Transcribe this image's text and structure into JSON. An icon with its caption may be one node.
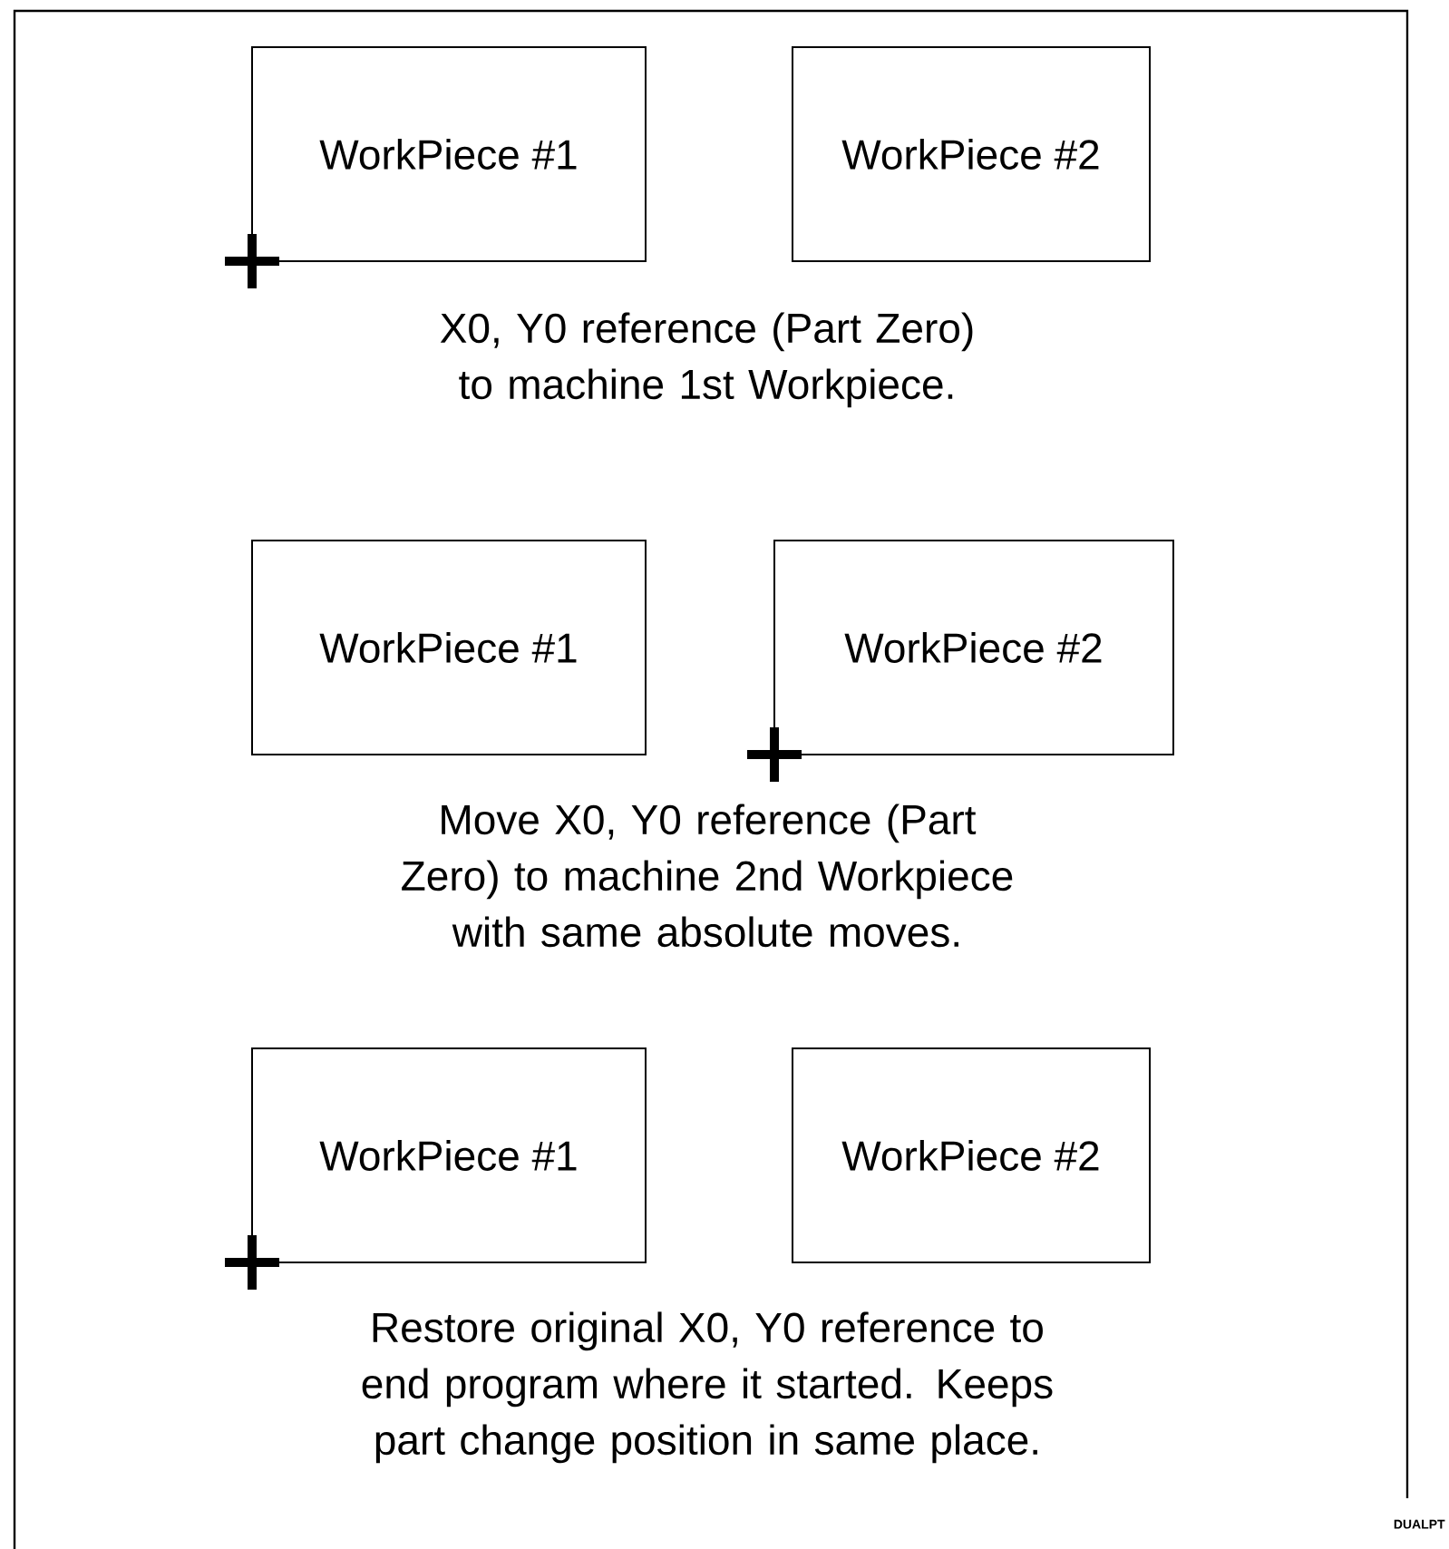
{
  "diagram": {
    "nodes": [
      {
        "text": [
          "WorkPiece #1"
        ]
      },
      {
        "text": [
          "WorkPiece #2"
        ]
      },
      {
        "text": [
          "WorkPiece #1"
        ]
      },
      {
        "text": [
          "WorkPiece #2"
        ]
      },
      {
        "text": [
          "WorkPiece #1"
        ]
      },
      {
        "text": [
          "WorkPiece #2"
        ]
      }
    ],
    "labels": [
      "X0, Y0 reference (Part Zero) to machine 1st Workpiece.",
      "Move X0, Y0 reference (Part Zero) to machine 2nd Workpiece with same absolute moves.",
      "Restore original X0, Y0 reference to end program where it started. Keeps part change position in same place.",
      "DUALPT"
    ]
  }
}
